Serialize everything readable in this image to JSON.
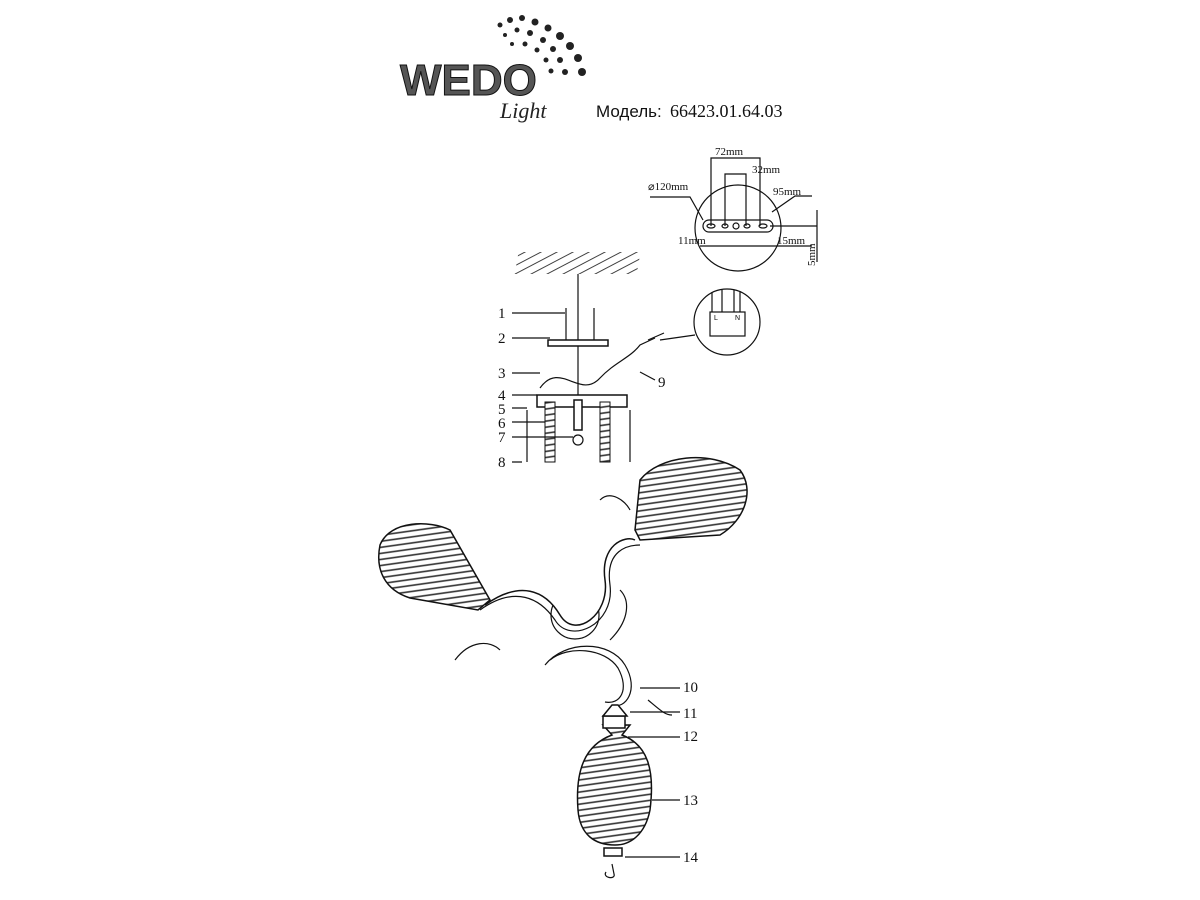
{
  "logo": {
    "brand": "WEDO",
    "sub": "Light"
  },
  "model": {
    "label": "Модель:",
    "value": "66423.01.64.03"
  },
  "dimensions": {
    "diameter": "⌀120mm",
    "d72": "72mm",
    "d32": "32mm",
    "d95": "95mm",
    "d11": "11mm",
    "d15": "15mm",
    "d5": "5mm"
  },
  "wiring": {
    "l": "L",
    "n": "N"
  },
  "callouts": [
    "1",
    "2",
    "3",
    "4",
    "5",
    "6",
    "7",
    "8",
    "9",
    "10",
    "11",
    "12",
    "13",
    "14"
  ]
}
